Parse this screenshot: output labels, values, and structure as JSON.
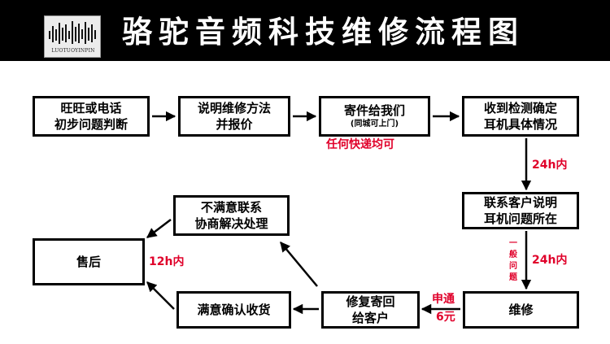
{
  "header": {
    "title": "骆驼音频科技维修流程图",
    "logo_text": "LUOTUOYINPIN"
  },
  "steps": {
    "judge": {
      "line1": "旺旺或电话",
      "line2": "初步问题判断"
    },
    "quote": {
      "line1": "说明维修方法",
      "line2": "并报价"
    },
    "send": {
      "line1": "寄件给我们",
      "line2": "(同城可上门)"
    },
    "receive": {
      "line1": "收到检测确定",
      "line2": "耳机具体情况"
    },
    "contact": {
      "line1": "联系客户说明",
      "line2": "耳机问题所在"
    },
    "repair": {
      "line1": "维修"
    },
    "return": {
      "line1": "修复寄回",
      "line2": "给客户"
    },
    "confirm": {
      "line1": "满意确认收货"
    },
    "negotiate": {
      "line1": "不满意联系",
      "line2": "协商解决处理"
    },
    "aftersale": {
      "line1": "售后"
    }
  },
  "notes": {
    "express": "任何快递均可",
    "h24_a": "24h内",
    "h24_b": "24h内",
    "general_problem": [
      "一",
      "般",
      "问",
      "题"
    ],
    "tongtong": "申通",
    "price": "6元",
    "h12": "12h内"
  },
  "colors": {
    "header_bg": "#000000",
    "note_red": "#e0002a",
    "box_border": "#000000"
  }
}
